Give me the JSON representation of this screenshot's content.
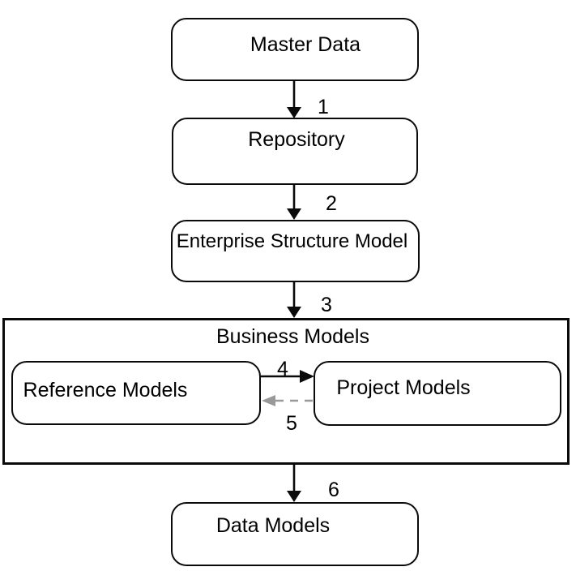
{
  "diagram": {
    "background_color": "#ffffff",
    "line_color": "#000000",
    "dashed_arrow_color": "#999999",
    "nodes": [
      {
        "id": "master-data",
        "label": "Master Data",
        "shape": "rounded-rect"
      },
      {
        "id": "repository",
        "label": "Repository",
        "shape": "rounded-rect"
      },
      {
        "id": "enterprise-structure-model",
        "label": "Enterprise Structure Model",
        "shape": "rounded-rect"
      },
      {
        "id": "business-models",
        "label": "Business Models",
        "shape": "rect-container"
      },
      {
        "id": "reference-models",
        "label": "Reference Models",
        "shape": "rounded-rect",
        "parent": "business-models"
      },
      {
        "id": "project-models",
        "label": "Project Models",
        "shape": "rounded-rect",
        "parent": "business-models"
      },
      {
        "id": "data-models",
        "label": "Data Models",
        "shape": "rounded-rect"
      }
    ],
    "edges": [
      {
        "label": "1",
        "from": "Master Data",
        "to": "Repository",
        "style": "solid",
        "direction": "down"
      },
      {
        "label": "2",
        "from": "Repository",
        "to": "Enterprise Structure Model",
        "style": "solid",
        "direction": "down"
      },
      {
        "label": "3",
        "from": "Enterprise Structure Model",
        "to": "Business Models",
        "style": "solid",
        "direction": "down"
      },
      {
        "label": "4",
        "from": "Reference Models",
        "to": "Project Models",
        "style": "solid",
        "direction": "right"
      },
      {
        "label": "5",
        "from": "Project Models",
        "to": "Reference Models",
        "style": "dashed",
        "direction": "left"
      },
      {
        "label": "6",
        "from": "Business Models",
        "to": "Data Models",
        "style": "solid",
        "direction": "down"
      }
    ]
  }
}
